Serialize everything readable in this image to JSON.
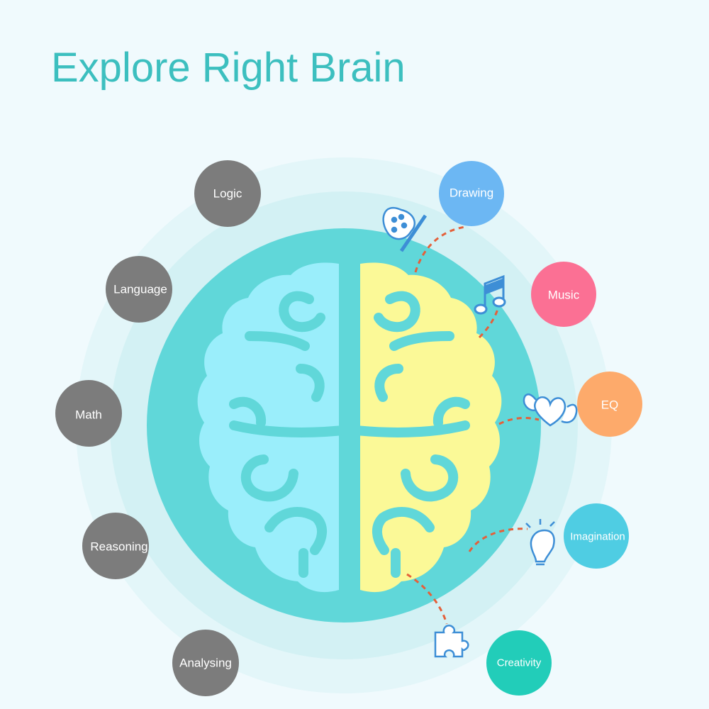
{
  "title": "Explore Right Brain",
  "colors": {
    "title": "#3cbfbf",
    "background": "#f0fafd",
    "brain_left": "#9aeefb",
    "brain_right": "#fbf997",
    "core_circle": "#60d7d9",
    "left_nodes": "#7c7c7c",
    "connector": "#e4603a"
  },
  "left_nodes": [
    {
      "label": "Logic",
      "color": "#7c7c7c"
    },
    {
      "label": "Language",
      "color": "#7c7c7c"
    },
    {
      "label": "Math",
      "color": "#7c7c7c"
    },
    {
      "label": "Reasoning",
      "color": "#7c7c7c"
    },
    {
      "label": "Analysing",
      "color": "#7c7c7c"
    }
  ],
  "right_nodes": [
    {
      "label": "Drawing",
      "color": "#6cb7f3",
      "icon": "palette-icon"
    },
    {
      "label": "Music",
      "color": "#fb7094",
      "icon": "music-note-icon"
    },
    {
      "label": "EQ",
      "color": "#fdaa6b",
      "icon": "winged-heart-icon"
    },
    {
      "label": "Imagination",
      "color": "#4fcde3",
      "icon": "lightbulb-icon"
    },
    {
      "label": "Creativity",
      "color": "#22cdb9",
      "icon": "puzzle-piece-icon"
    }
  ]
}
